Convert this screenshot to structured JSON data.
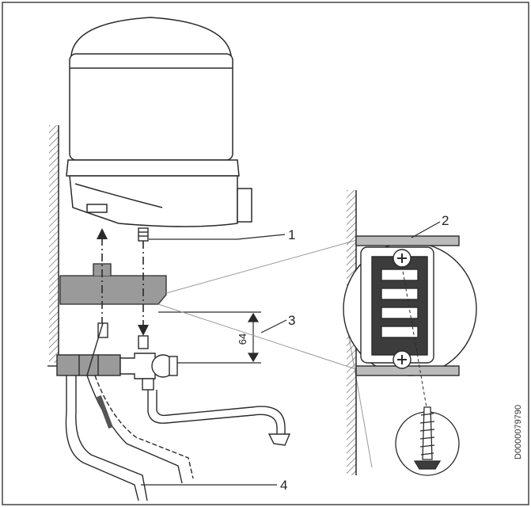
{
  "callouts": {
    "c1": "1",
    "c2": "2",
    "c3": "3",
    "c4": "4"
  },
  "dimension": "64",
  "document_code": "D0000079790",
  "colors": {
    "line": "#2a2a2a",
    "bracket_fill": "#9a9a9a",
    "detail_fill": "#3c3c3c",
    "frame": "#444444"
  }
}
